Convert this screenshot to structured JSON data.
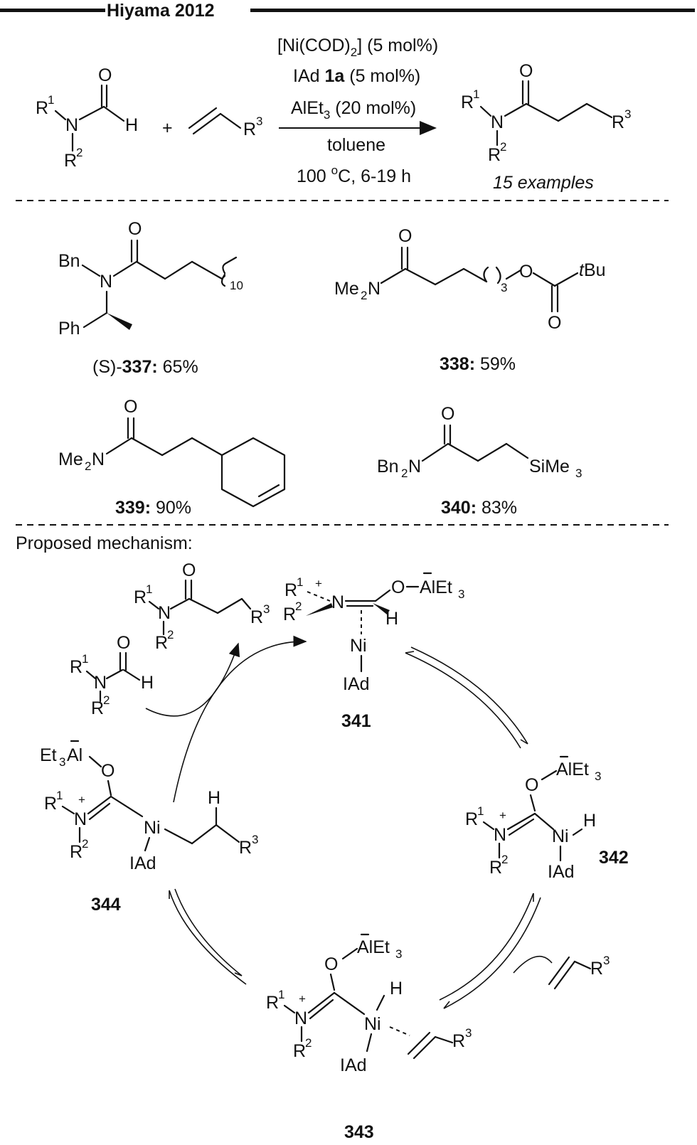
{
  "header": {
    "title": "Hiyama  2012"
  },
  "reaction": {
    "conditions": {
      "cat_a": "[Ni(COD)",
      "cat_b": "] (5 mol%)",
      "lig_a": "IAd ",
      "lig_b": "1a",
      "lig_c": " (5 mol%)",
      "add_a": "AlEt",
      "add_b": " (20 mol%)",
      "solvent": "toluene",
      "temp_a": "100 ",
      "temp_b": "C, 6-19 h"
    },
    "product_note": "15 examples"
  },
  "examples": [
    {
      "label_prefix": "(S)-",
      "id": "337:",
      "yield": " 65%"
    },
    {
      "id": "338:",
      "yield": " 59%"
    },
    {
      "id": "339:",
      "yield": " 90%"
    },
    {
      "id": "340:",
      "yield": " 83%"
    }
  ],
  "mechanism": {
    "heading": "Proposed mechanism:",
    "intermediates": [
      "341",
      "342",
      "343",
      "344"
    ]
  }
}
